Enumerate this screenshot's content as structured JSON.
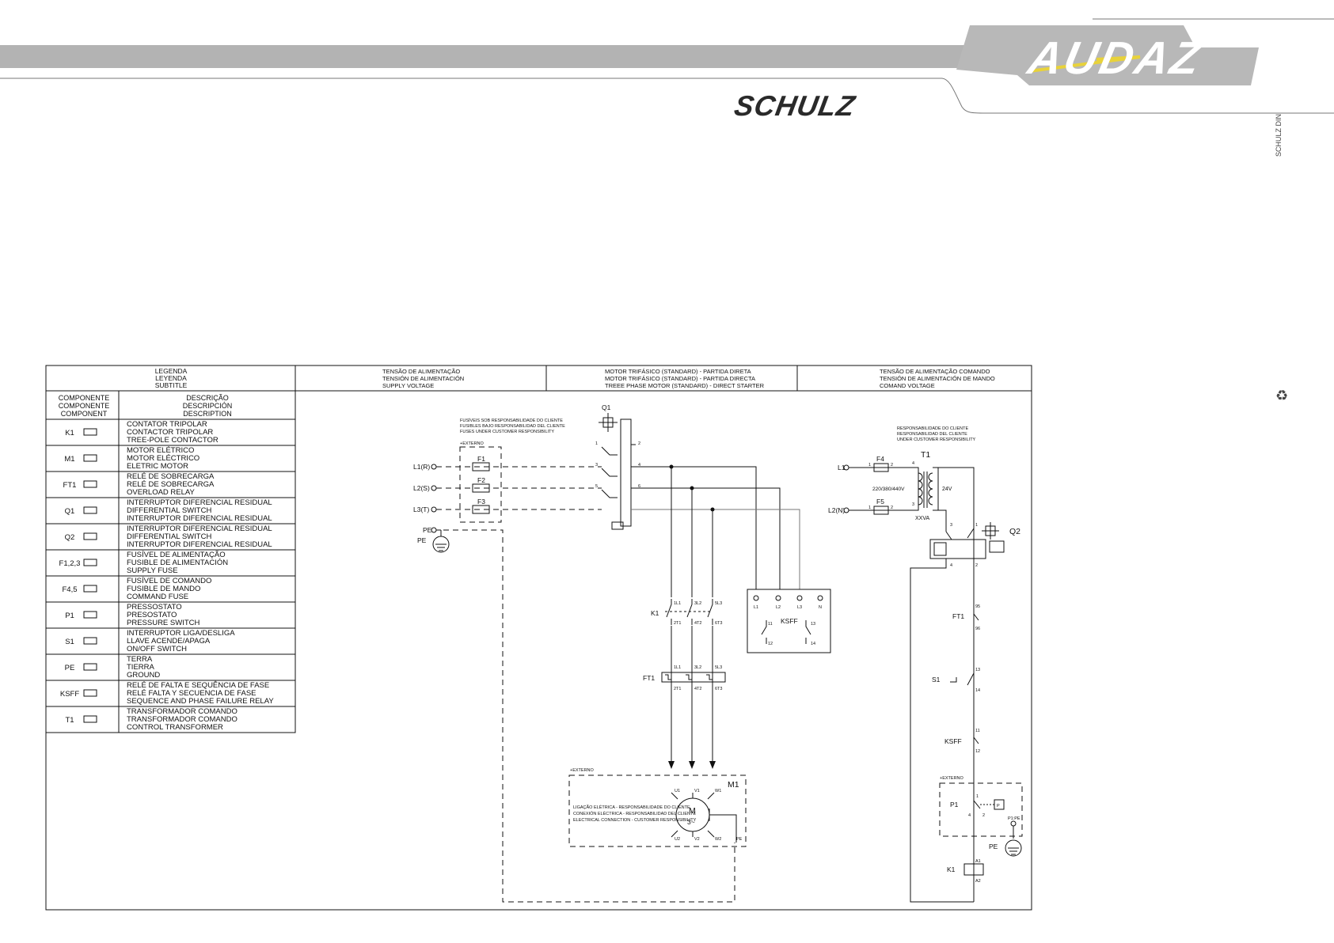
{
  "brands": {
    "audaz": "AUDAZ",
    "schulz": "SCHULZ",
    "side_logo": "SCHULZ DIN"
  },
  "colors": {
    "band": "#b3b3b3",
    "band_line": "#9a9a9a",
    "audaz_yellow": "#e8d23a",
    "ink": "#111111"
  },
  "icons": {
    "recycle": "recycle-icon"
  },
  "headers": {
    "legend": [
      "LEGENDA",
      "LEYENDA",
      "SUBTITLE"
    ],
    "supply": [
      "TENSÃO DE ALIMENTAÇÃO",
      "TENSIÓN DE ALIMENTACIÓN",
      "SUPPLY VOLTAGE"
    ],
    "motor": [
      "MOTOR TRIFÁSICO (STANDARD) - PARTIDA DIRETA",
      "MOTOR TRIFÁSICO (STANDARD) - PARTIDA DIRECTA",
      "TREEE PHASE MOTOR (STANDARD) - DIRECT STARTER"
    ],
    "control": [
      "TENSÃO DE ALIMENTAÇÃO COMANDO",
      "TENSIÓN DE ALIMENTACIÓN DE MANDO",
      "COMAND VOLTAGE"
    ]
  },
  "legend": {
    "col_component": [
      "COMPONENTE",
      "COMPONENTE",
      "COMPONENT"
    ],
    "col_description": [
      "DESCRIÇÃO",
      "DESCRIPCIÓN",
      "DESCRIPTION"
    ],
    "rows": [
      {
        "code": "K1",
        "desc": [
          "CONTATOR TRIPOLAR",
          "CONTACTOR TRIPOLAR",
          "TREE-POLE CONTACTOR"
        ]
      },
      {
        "code": "M1",
        "desc": [
          "MOTOR ELÉTRICO",
          "MOTOR ELÉCTRICO",
          "ELETRIC MOTOR"
        ]
      },
      {
        "code": "FT1",
        "desc": [
          "RELÉ DE SOBRECARGA",
          "RELÉ DE SOBRECARGA",
          "OVERLOAD RELAY"
        ]
      },
      {
        "code": "Q1",
        "desc": [
          "INTERRUPTOR DIFERENCIAL RESIDUAL",
          "DIFFERENTIAL SWITCH",
          "INTERRUPTOR DIFERENCIAL RESIDUAL"
        ]
      },
      {
        "code": "Q2",
        "desc": [
          "INTERRUPTOR DIFERENCIAL RESIDUAL",
          "DIFFERENTIAL SWITCH",
          "INTERRUPTOR DIFERENCIAL RESIDUAL"
        ]
      },
      {
        "code": "F1,2,3",
        "desc": [
          "FUSÍVEL DE ALIMENTAÇÃO",
          "FUSIBLE DE ALIMENTACIÓN",
          "SUPPLY FUSE"
        ]
      },
      {
        "code": "F4,5",
        "desc": [
          "FUSÍVEL DE COMANDO",
          "FUSIBLE DE MANDO",
          "COMMAND FUSE"
        ]
      },
      {
        "code": "P1",
        "desc": [
          "PRESSOSTATO",
          "PRESOSTATO",
          "PRESSURE SWITCH"
        ]
      },
      {
        "code": "S1",
        "desc": [
          "INTERRUPTOR LIGA/DESLIGA",
          "LLAVE ACENDE/APAGA",
          "ON/OFF SWITCH"
        ]
      },
      {
        "code": "PE",
        "desc": [
          "TERRA",
          "TIERRA",
          "GROUND"
        ]
      },
      {
        "code": "KSFF",
        "desc": [
          "RELÉ DE FALTA E SEQUÊNCIA DE FASE",
          "RELÉ FALTA Y SECUENCIA DE FASE",
          "SEQUENCE AND PHASE FAILURE RELAY"
        ]
      },
      {
        "code": "T1",
        "desc": [
          "TRANSFORMADOR COMANDO",
          "TRANSFORMADOR COMANDO",
          "CONTROL TRANSFORMER"
        ]
      }
    ]
  },
  "power": {
    "fuse_note": [
      "FUSÍVEIS SOB RESPONSABILIDADE DO CLIENTE",
      "FUSIBLES BAJO RESPONSABILIDAD DEL CLIENTE",
      "FUSES UNDER CUSTOMER RESPONSIBILITY"
    ],
    "externo": "+EXTERNO",
    "lines": [
      "L1(R)",
      "L2(S)",
      "L3(T)"
    ],
    "pe": "PE",
    "fuses": [
      "F1",
      "F2",
      "F3"
    ],
    "q1": "Q1",
    "q1_terms": [
      "1",
      "2",
      "3",
      "4",
      "5",
      "6"
    ],
    "k1": "K1",
    "k1_top": [
      "1L1",
      "3L2",
      "5L3"
    ],
    "k1_bottom": [
      "2T1",
      "4T2",
      "6T3"
    ],
    "ft1": "FT1",
    "ft1_top": [
      "1L1",
      "3L2",
      "5L3"
    ],
    "ft1_bottom": [
      "2T1",
      "4T2",
      "6T3"
    ],
    "ksff": "KSFF",
    "ksff_terms": [
      "L1",
      "L2",
      "L3",
      "N"
    ],
    "ksff_contacts": [
      "11",
      "12",
      "13",
      "14"
    ],
    "motor_externo": "+EXTERNO",
    "motor_label": "M1",
    "motor_note": [
      "LIGAÇÃO ELÉTRICA - RESPONSABILIDADE DO CLIENTE",
      "CONEXIÓN ELÉCTRICA - RESPONSABILIDAD DEL CLIENTE",
      "ELECTRICAL CONNECTION - CUSTOMER RESPONSIBILITY"
    ],
    "motor_terms": [
      "U1",
      "V1",
      "W1",
      "U2",
      "V2",
      "W2"
    ],
    "motor_symbol": "M",
    "motor_sub": "3~",
    "motor_pe": "PE"
  },
  "control": {
    "note": [
      "RESPONSABILIDADE DO CLIENTE",
      "RESPONSABILIDAD DEL CLIENTE",
      "UNDER CUSTOMER RESPONSIBILITY"
    ],
    "lines": [
      "L1",
      "L2(N)"
    ],
    "fuses": [
      "F4",
      "F5"
    ],
    "t1": "T1",
    "t1_primary": "220/380/440V",
    "t1_secondary": "24V",
    "t1_power": "XXVA",
    "t1_terms": [
      "1",
      "2",
      "3",
      "4"
    ],
    "q2": "Q2",
    "q2_terms": [
      "1",
      "2",
      "3",
      "4"
    ],
    "ft1": "FT1",
    "ft1_terms": [
      "95",
      "96"
    ],
    "s1": "S1",
    "s1_terms": [
      "13",
      "14"
    ],
    "ksff": "KSFF",
    "ksff_terms": [
      "11",
      "12"
    ],
    "externo": "+EXTERNO",
    "p1": "P1",
    "p1_terms": [
      "1",
      "4",
      "2"
    ],
    "p1_pe": "P1:PE",
    "p_symbol": "P",
    "pe": "PE",
    "k1": "K1",
    "k1_terms": [
      "A1",
      "A2"
    ]
  }
}
